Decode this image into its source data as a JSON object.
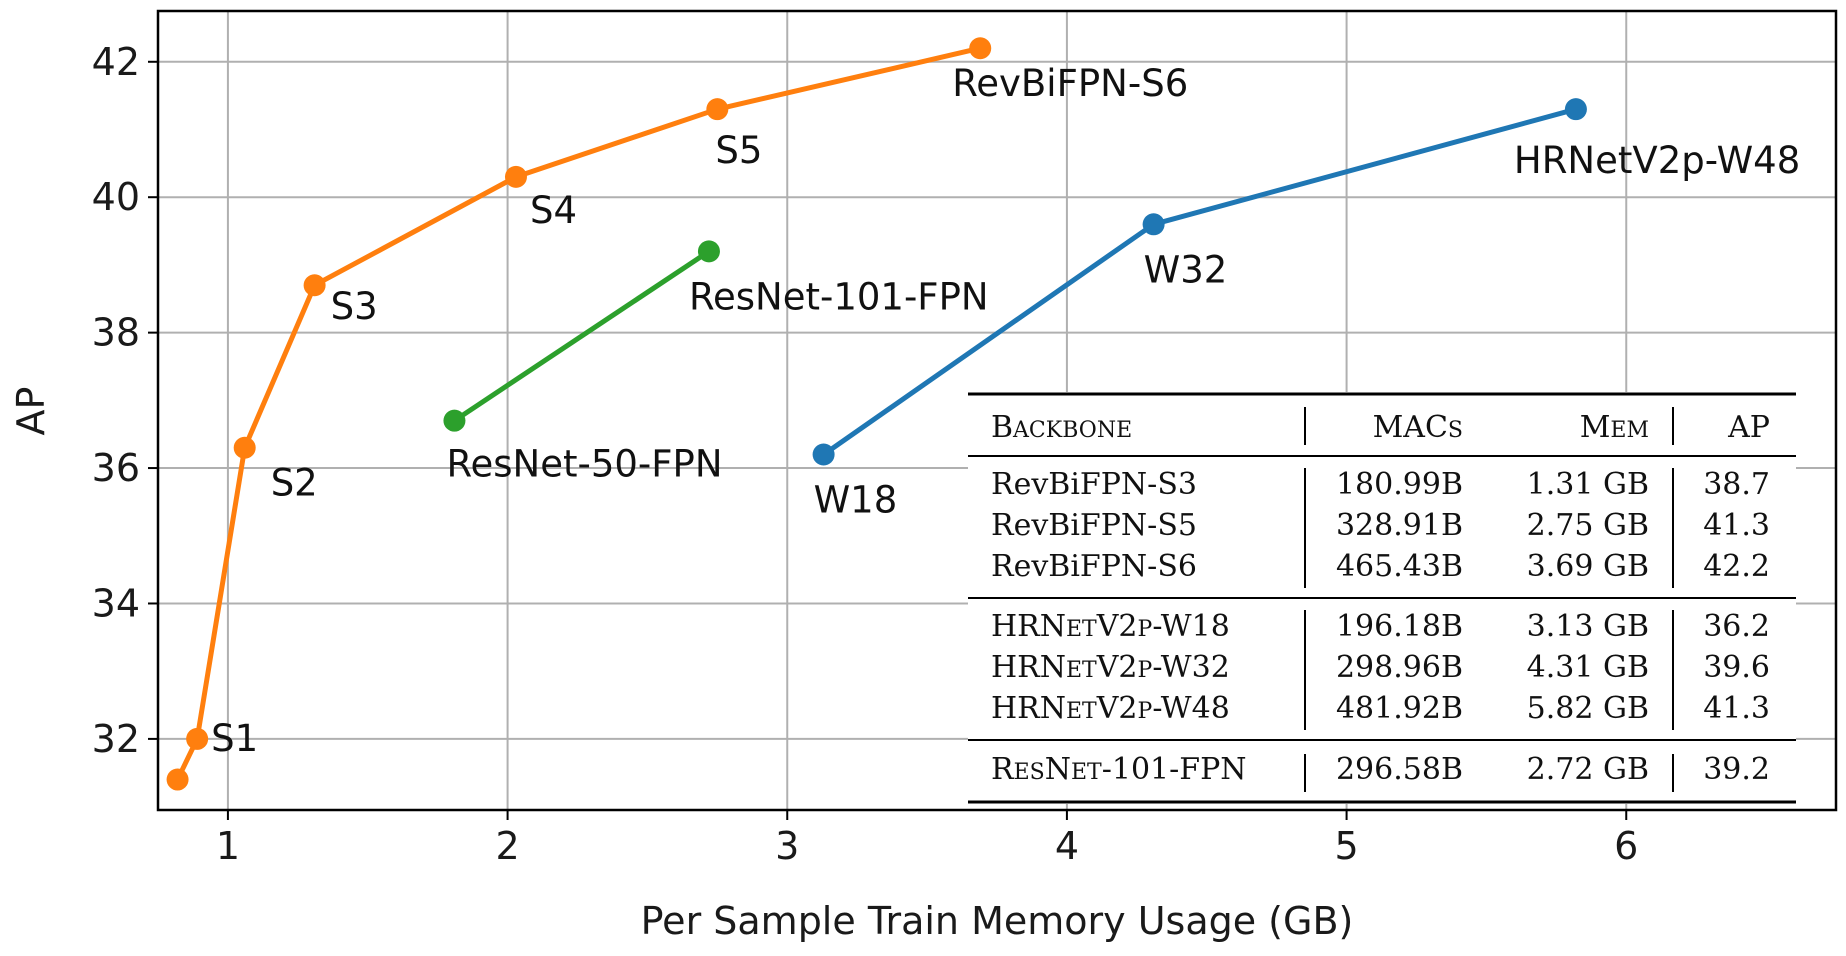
{
  "chart_data": {
    "type": "line",
    "xlabel": "Per Sample Train Memory Usage (GB)",
    "ylabel": "AP",
    "xlim": [
      0.75,
      6.75
    ],
    "ylim": [
      30.95,
      42.75
    ],
    "xticks": [
      1,
      2,
      3,
      4,
      5,
      6
    ],
    "yticks": [
      32,
      34,
      36,
      38,
      40,
      42
    ],
    "grid": true,
    "legend": "none",
    "series": [
      {
        "color": "#ff7f0e",
        "points": [
          {
            "x": 0.82,
            "y": 31.4,
            "label": ""
          },
          {
            "x": 0.89,
            "y": 32.0,
            "label": "S1"
          },
          {
            "x": 1.06,
            "y": 36.3,
            "label": "S2"
          },
          {
            "x": 1.31,
            "y": 38.7,
            "label": "S3"
          },
          {
            "x": 2.03,
            "y": 40.3,
            "label": "S4"
          },
          {
            "x": 2.75,
            "y": 41.3,
            "label": "S5"
          },
          {
            "x": 3.69,
            "y": 42.2,
            "label": "RevBiFPN-S6"
          }
        ]
      },
      {
        "color": "#2ca02c",
        "points": [
          {
            "x": 1.81,
            "y": 36.7,
            "label": "ResNet-50-FPN"
          },
          {
            "x": 2.72,
            "y": 39.2,
            "label": "ResNet-101-FPN"
          }
        ]
      },
      {
        "color": "#1f77b4",
        "points": [
          {
            "x": 3.13,
            "y": 36.2,
            "label": "W18"
          },
          {
            "x": 4.31,
            "y": 39.6,
            "label": "W32"
          },
          {
            "x": 5.82,
            "y": 41.3,
            "label": "HRNetV2p-W48"
          }
        ]
      }
    ],
    "table": {
      "headers": [
        "Backbone",
        "MACs",
        "Mem",
        "AP"
      ],
      "groups": [
        [
          [
            "RevBiFPN-S3",
            "180.99B",
            "1.31 GB",
            "38.7"
          ],
          [
            "RevBiFPN-S5",
            "328.91B",
            "2.75 GB",
            "41.3"
          ],
          [
            "RevBiFPN-S6",
            "465.43B",
            "3.69 GB",
            "42.2"
          ]
        ],
        [
          [
            "HRNetV2p-W18",
            "196.18B",
            "3.13 GB",
            "36.2"
          ],
          [
            "HRNetV2p-W32",
            "298.96B",
            "4.31 GB",
            "39.6"
          ],
          [
            "HRNetV2p-W48",
            "481.92B",
            "5.82 GB",
            "41.3"
          ]
        ],
        [
          [
            "ResNet-101-FPN",
            "296.58B",
            "2.72 GB",
            "39.2"
          ]
        ]
      ]
    }
  }
}
